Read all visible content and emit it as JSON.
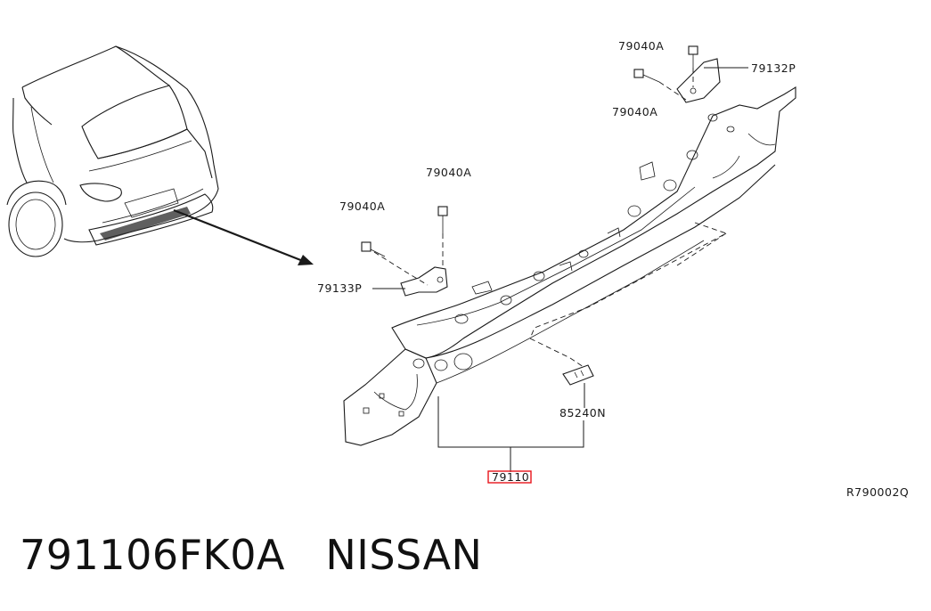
{
  "labels": {
    "bolt_top_right": "79040A",
    "bracket_right": "79132P",
    "bolt_right_lower": "79040A",
    "bolt_center": "79040A",
    "bolt_left": "79040A",
    "bracket_left": "79133P",
    "clip_part": "85240N",
    "main_part": "79110",
    "diagram_code": "R790002Q"
  },
  "caption": {
    "part_number": "791106FK0A",
    "brand": "NISSAN"
  },
  "colors": {
    "highlight": "#e8141b",
    "ink": "#1a1a1a"
  }
}
